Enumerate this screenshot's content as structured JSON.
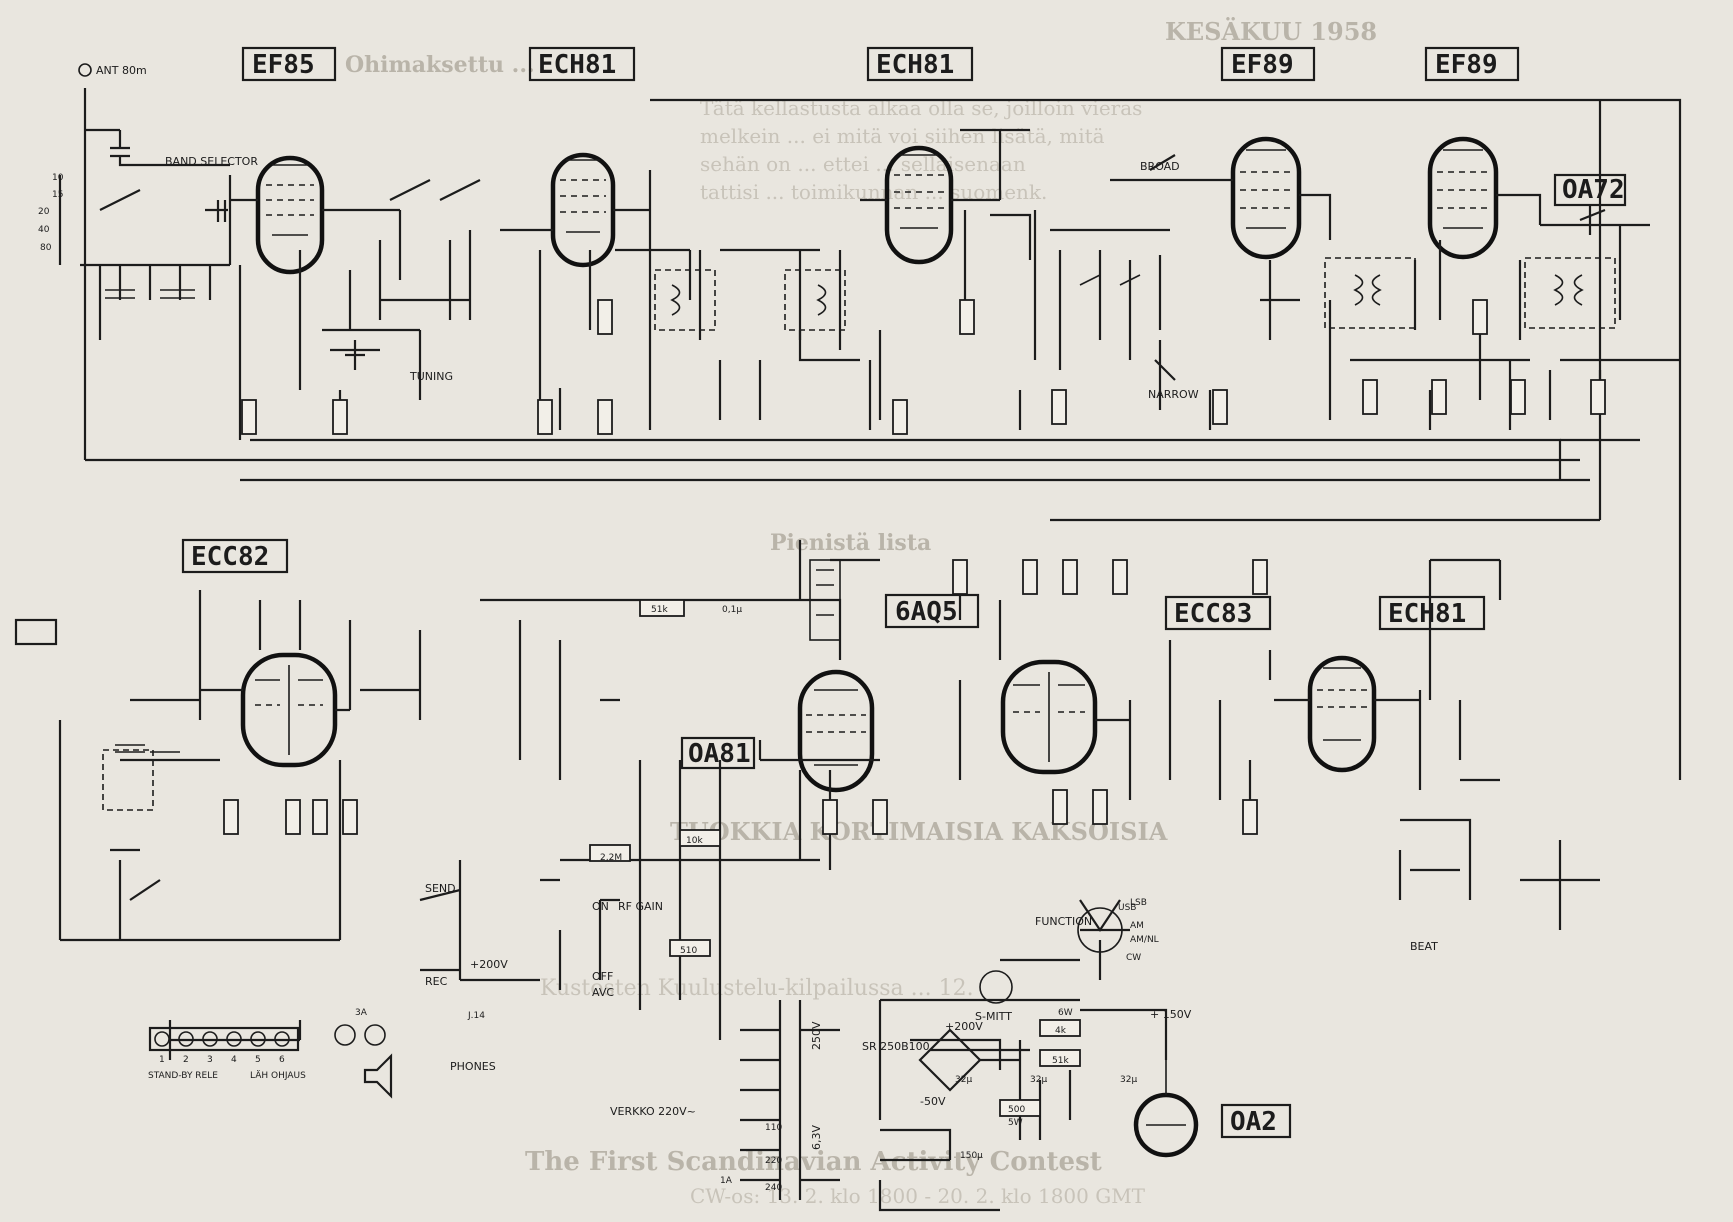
{
  "tubes": {
    "ef85": "EF85",
    "ech81_rf": "ECH81",
    "ech81_mix": "ECH81",
    "ef89_1": "EF89",
    "ef89_2": "EF89",
    "ecc82": "ECC82",
    "aq5": "6AQ5",
    "ecc83": "ECC83",
    "ech81_bfo": "ECH81",
    "oa2": "OA2"
  },
  "diodes": {
    "oa72": "OA72",
    "oa81": "OA81"
  },
  "labels": {
    "ant": "ANT 80m",
    "band_selector": "BAND SELECTOR",
    "tuning": "TUNING",
    "broad": "BROAD",
    "narrow": "NARROW",
    "send": "SEND",
    "rec": "REC",
    "rf_gain": "RF GAIN",
    "avc": "AVC",
    "off": "OFF",
    "on": "ON",
    "function": "FUNCTION",
    "usb": "USB",
    "lsb": "LSB",
    "am": "AM",
    "amnl": "AM/NL",
    "cw": "CW",
    "smitt": "S-MITT",
    "standby": "STAND-BY RELE",
    "lah": "LÄH OHJAUS",
    "phones": "PHONES",
    "verkko": "VERKKO 220V~",
    "beat": "BEAT",
    "rectifier": "SR 250B100",
    "v200": "+200V",
    "v150": "+ 150V",
    "v50": "-50V",
    "v250": "250V",
    "v63": "6,3V",
    "fuse": "1A",
    "prim110": "110",
    "prim220": "220",
    "prim240": "240",
    "j14": "J.14",
    "j3a": "3A",
    "res_6w": "6W",
    "res_4k": "4k",
    "res_51k": "51k",
    "res_500": "500",
    "res_500w": "5W",
    "cap_32": "32μ",
    "cap_150": "150μ",
    "res_2m2": "2,2M",
    "res_10k": "10k",
    "res_510": "510",
    "res_51k_b": "51k",
    "cap_01": "0,1μ",
    "plus200": "+200V",
    "term": [
      "1",
      "2",
      "3",
      "4",
      "5",
      "6"
    ],
    "band": [
      "10",
      "15",
      "20",
      "40",
      "80"
    ]
  },
  "text_blocks": {
    "head_right": "KESÄKUU 1958",
    "ghost_title": "Ohimaksettu ...",
    "ghost_p1": "Tätä kellastusta alkaa olla se, joilloin vieras",
    "ghost_p2": "melkein ... ei mitä voi siihen lisätä, mitä",
    "ghost_p3": "sehän on ... ettei ... sellaisenaan",
    "ghost_p4": "tattisi ... toimikunnan ... suomenk.",
    "ghost_p5": "Pienistä lista",
    "ghost_p6": "TUOKKIA KORTIMAISIA KAKSOISIA",
    "ghost_p7": "Kustosten Kuulustelu-kilpailussa ... 12.",
    "ghost_p8": "The First Scandinavian Activity Contest",
    "ghost_p9": "CW-os: 13. 2. klo 1800 - 20. 2. klo 1800 GMT"
  }
}
